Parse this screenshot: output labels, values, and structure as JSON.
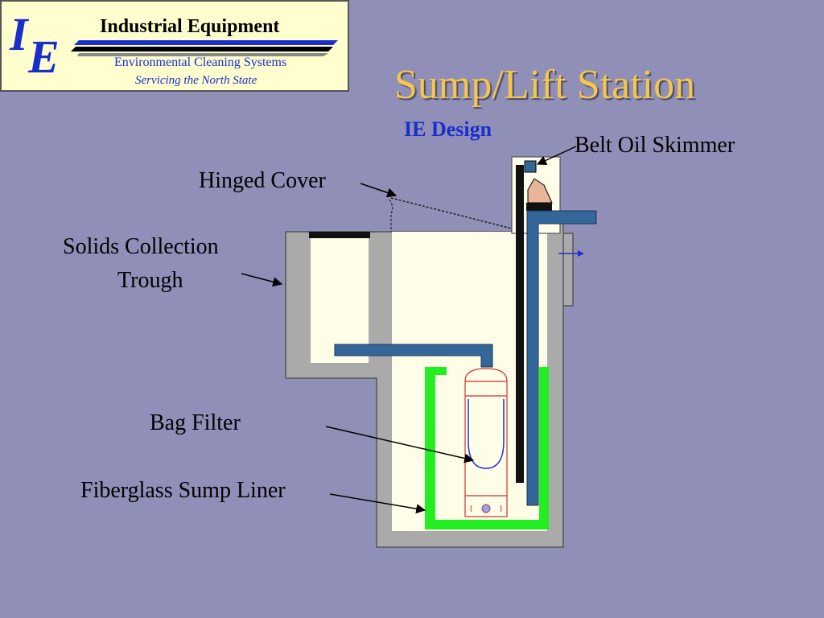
{
  "logo": {
    "letter_i": "I",
    "letter_e": "E",
    "company": "Industrial Equipment",
    "tagline": "Environmental Cleaning Systems",
    "service_area": "Servicing the North State"
  },
  "slide": {
    "title": "Sump/Lift Station",
    "subtitle": "IE Design"
  },
  "labels": {
    "belt_oil_skimmer": "Belt Oil Skimmer",
    "hinged_cover": "Hinged Cover",
    "solids_collection_line1": "Solids Collection",
    "solids_collection_line2": "Trough",
    "bag_filter": "Bag Filter",
    "fiberglass_sump_liner": "Fiberglass Sump Liner"
  },
  "colors": {
    "background": "#8f8fb8",
    "logo_box": "#fefecf",
    "brand_blue": "#1a2ecc",
    "title_gold": "#f4c64a",
    "concrete": "#aaaaaa",
    "interior": "#fefee8",
    "pipe": "#336699",
    "liner": "#22ee22",
    "filter": "#cc3333"
  }
}
